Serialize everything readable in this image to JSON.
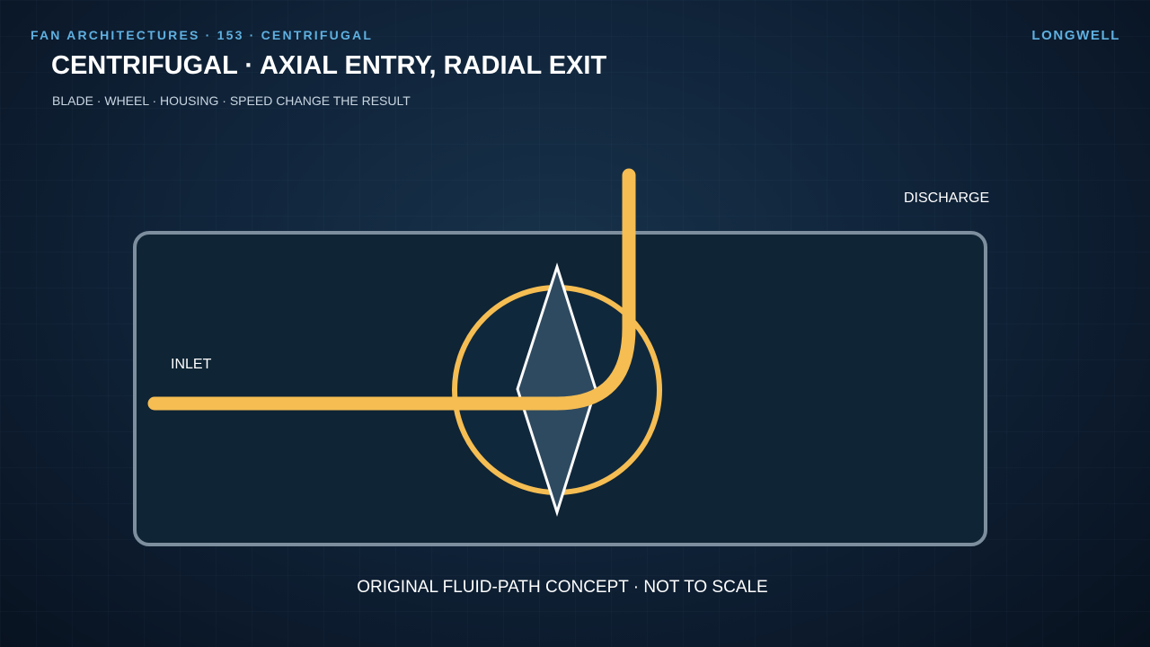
{
  "header": {
    "kicker": "FAN ARCHITECTURES · 153 · CENTRIFUGAL",
    "brand": "LONGWELL",
    "title": "CENTRIFUGAL · AXIAL ENTRY, RADIAL EXIT",
    "subtitle": "BLADE · WHEEL · HOUSING · SPEED CHANGE THE RESULT"
  },
  "diagram": {
    "inlet_label": "INLET",
    "discharge_label": "DISCHARGE",
    "colors": {
      "housing_stroke": "#7d8f9e",
      "housing_fill": "#0f2434",
      "flow_path": "#f5bd52",
      "wheel_ring": "#f5bd52",
      "wheel_fill": "#10283c",
      "blade_stroke": "#ffffff",
      "blade_fill": "#2e4a60"
    }
  },
  "footer": {
    "caption": "ORIGINAL FLUID-PATH CONCEPT · NOT TO SCALE"
  }
}
